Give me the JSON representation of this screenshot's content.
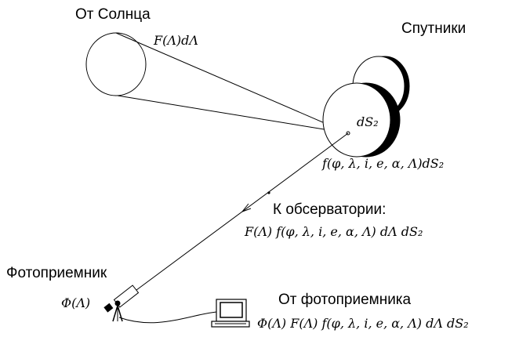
{
  "labels": {
    "from_sun": "От Солнца",
    "satellites": "Спутники",
    "to_observatory": "К обсерватории:",
    "photodetector": "Фотоприемник",
    "from_photodetector": "От фотоприемника"
  },
  "formulas": {
    "solar_flux": "F(Λ)dΛ",
    "surface_element": "dS₂",
    "reflection": "f(φ, λ, i, e, α, Λ)dS₂",
    "observatory_flux": "F(Λ) f(φ, λ, i, e, α, Λ) dΛ dS₂",
    "detector_response": "Φ(Λ)",
    "detector_signal": "Φ(Λ) F(Λ) f(φ, λ, i, e, α, Λ) dΛ dS₂"
  },
  "colors": {
    "ink": "#000000",
    "background": "#ffffff"
  },
  "icons": [
    "sun-disk",
    "satellite-disks",
    "telescope-icon",
    "computer-icon"
  ]
}
